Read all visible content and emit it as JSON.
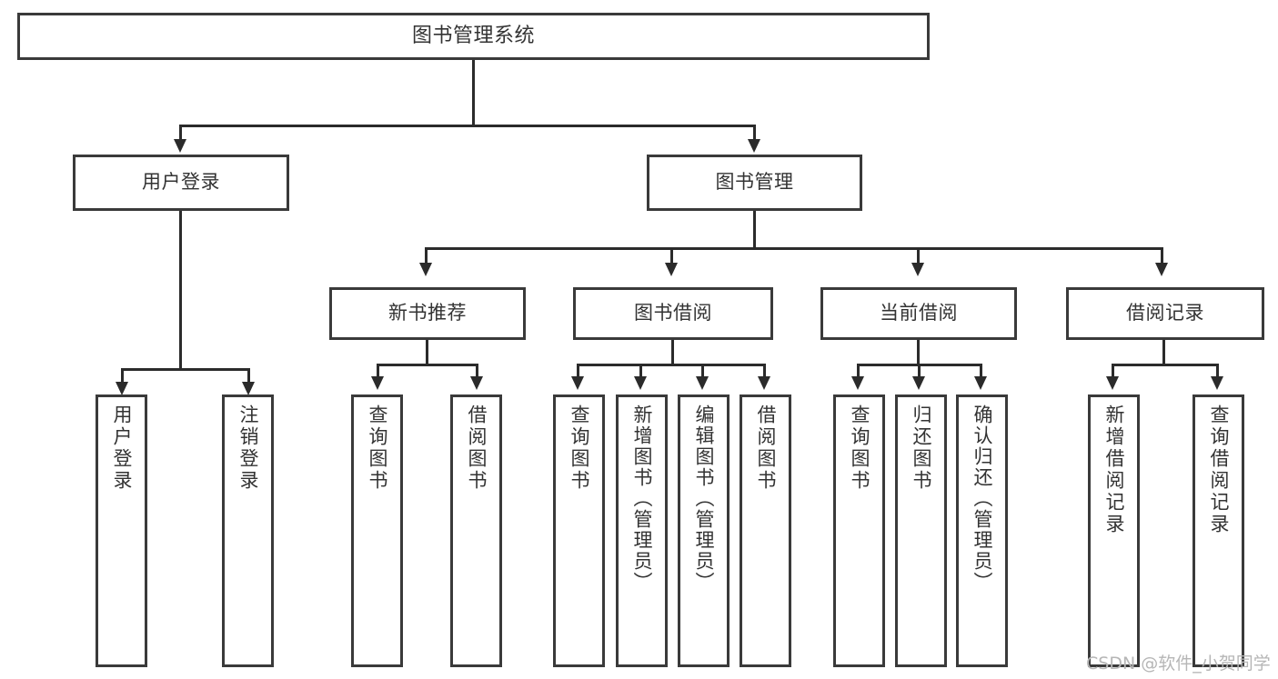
{
  "diagram": {
    "title": "图书管理系统",
    "type": "tree-hierarchy",
    "watermark": "CSDN @软件_小贺同学",
    "root": {
      "id": "root",
      "label": "图书管理系统"
    },
    "level2": [
      {
        "id": "user-login",
        "label": "用户登录"
      },
      {
        "id": "book-management",
        "label": "图书管理"
      }
    ],
    "level3": [
      {
        "id": "new-book-recommend",
        "label": "新书推荐",
        "parent": "book-management"
      },
      {
        "id": "book-borrow",
        "label": "图书借阅",
        "parent": "book-management"
      },
      {
        "id": "current-borrow",
        "label": "当前借阅",
        "parent": "book-management"
      },
      {
        "id": "borrow-record",
        "label": "借阅记录",
        "parent": "book-management"
      }
    ],
    "leaves": {
      "user_login": [
        {
          "id": "leaf-user-login",
          "label": "用户登录"
        },
        {
          "id": "leaf-user-logout",
          "label": "注销登录"
        }
      ],
      "new_book_recommend": [
        {
          "id": "leaf-query-book-1",
          "label": "查询图书"
        },
        {
          "id": "leaf-borrow-book-1",
          "label": "借阅图书"
        }
      ],
      "book_borrow": [
        {
          "id": "leaf-query-book-2",
          "label": "查询图书"
        },
        {
          "id": "leaf-add-book",
          "label": "新增图书（管理员）"
        },
        {
          "id": "leaf-edit-book",
          "label": "编辑图书（管理员）"
        },
        {
          "id": "leaf-borrow-book-2",
          "label": "借阅图书"
        }
      ],
      "current_borrow": [
        {
          "id": "leaf-query-book-3",
          "label": "查询图书"
        },
        {
          "id": "leaf-return-book",
          "label": "归还图书"
        },
        {
          "id": "leaf-confirm-return",
          "label": "确认归还（管理员）"
        }
      ],
      "borrow_record": [
        {
          "id": "leaf-add-record",
          "label": "新增借阅记录"
        },
        {
          "id": "leaf-query-record",
          "label": "查询借阅记录"
        }
      ]
    },
    "colors": {
      "border": "#3a3a3a",
      "connector": "#2b2b2b",
      "text": "#333333",
      "background": "#ffffff",
      "watermark": "#b6b6b6"
    }
  }
}
